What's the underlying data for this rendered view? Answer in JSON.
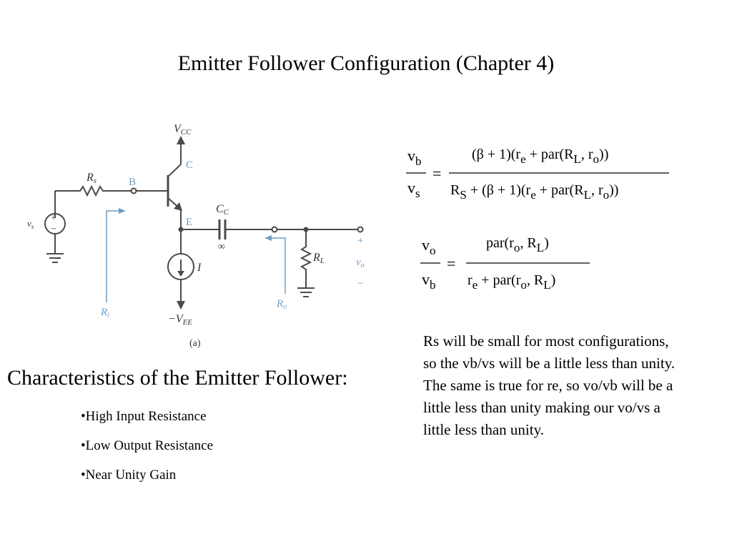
{
  "slide": {
    "title": "Emitter Follower Configuration (Chapter 4)",
    "characteristics_heading": "Characteristics of the Emitter Follower:",
    "bullets": [
      "•High Input Resistance",
      "•Low Output Resistance",
      "•Near Unity Gain"
    ],
    "note": "Rs will be small for most configurations, so the vb/vs will be a little less than unity.  The same is true for re, so vo/vb will be a little less than unity making our vo/vs a little less than unity."
  },
  "circuit": {
    "vcc": "V",
    "vcc_sub": "CC",
    "vee": "−V",
    "vee_sub": "EE",
    "rs": "R",
    "rs_sub": "s",
    "node_b": "B",
    "node_c": "C",
    "node_e": "E",
    "cc": "C",
    "cc_sub": "C",
    "cc_value": "∞",
    "rl": "R",
    "rl_sub": "L",
    "source": "v",
    "source_sub": "s",
    "current": "I",
    "plus": "+",
    "minus": "−",
    "vo": "v",
    "vo_sub": "o",
    "ri": "R",
    "ri_sub": "i",
    "ro": "R",
    "ro_sub": "o",
    "caption": "(a)"
  },
  "equation1": {
    "lhs_num": "v",
    "lhs_num_sub": "b",
    "lhs_den": "v",
    "lhs_den_sub": "s",
    "equals": "=",
    "num_a": "(β  +  1)(r",
    "num_a_sub": "e",
    "num_b": " +  par(R",
    "num_b_sub": "L",
    "num_c": ", r",
    "num_c_sub": "o",
    "num_d": "))",
    "den_a": "R",
    "den_a_sub": "S",
    "den_b": " +  (β  +  1)(r",
    "den_b_sub": "e",
    "den_c": " +  par(R",
    "den_c_sub": "L",
    "den_d": ", r",
    "den_d_sub": "o",
    "den_e": "))"
  },
  "equation2": {
    "lhs_num": "v",
    "lhs_num_sub": "o",
    "lhs_den": "v",
    "lhs_den_sub": "b",
    "equals": "=",
    "num_a": "par(r",
    "num_a_sub": "o",
    "num_b": ", R",
    "num_b_sub": "L",
    "num_c": ")",
    "den_a": "r",
    "den_a_sub": "e",
    "den_b": " +  par(r",
    "den_b_sub": "o",
    "den_c": ", R",
    "den_c_sub": "L",
    "den_d": ")"
  },
  "colors": {
    "wire": "#4a4a4a",
    "annotation": "#6f9ec4"
  }
}
